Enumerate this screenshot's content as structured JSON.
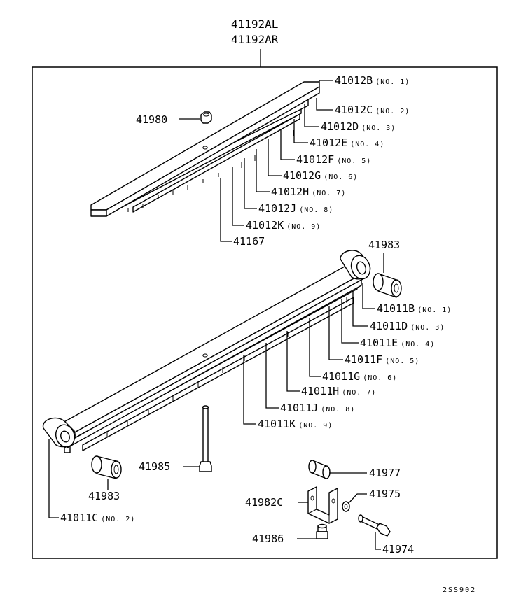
{
  "assembly": {
    "left": "41192AL",
    "right": "41192AR"
  },
  "figure_code": "2SS902",
  "callouts": {
    "c41012B": {
      "part": "41012B",
      "no": "(NO. 1)"
    },
    "c41012C": {
      "part": "41012C",
      "no": "(NO. 2)"
    },
    "c41012D": {
      "part": "41012D",
      "no": "(NO. 3)"
    },
    "c41012E": {
      "part": "41012E",
      "no": "(NO. 4)"
    },
    "c41012F": {
      "part": "41012F",
      "no": "(NO. 5)"
    },
    "c41012G": {
      "part": "41012G",
      "no": "(NO. 6)"
    },
    "c41012H": {
      "part": "41012H",
      "no": "(NO. 7)"
    },
    "c41012J": {
      "part": "41012J",
      "no": "(NO. 8)"
    },
    "c41012K": {
      "part": "41012K",
      "no": "(NO. 9)"
    },
    "c41167": {
      "part": "41167"
    },
    "c41980": {
      "part": "41980"
    },
    "c41983_top": {
      "part": "41983"
    },
    "c41011B": {
      "part": "41011B",
      "no": "(NO. 1)"
    },
    "c41011D": {
      "part": "41011D",
      "no": "(NO. 3)"
    },
    "c41011E": {
      "part": "41011E",
      "no": "(NO. 4)"
    },
    "c41011F": {
      "part": "41011F",
      "no": "(NO. 5)"
    },
    "c41011G": {
      "part": "41011G",
      "no": "(NO. 6)"
    },
    "c41011H": {
      "part": "41011H",
      "no": "(NO. 7)"
    },
    "c41011J": {
      "part": "41011J",
      "no": "(NO. 8)"
    },
    "c41011K": {
      "part": "41011K",
      "no": "(NO. 9)"
    },
    "c41011C": {
      "part": "41011C",
      "no": "(NO. 2)"
    },
    "c41985": {
      "part": "41985"
    },
    "c41983_bottom": {
      "part": "41983"
    },
    "c41977": {
      "part": "41977"
    },
    "c41975": {
      "part": "41975"
    },
    "c41982C": {
      "part": "41982C"
    },
    "c41986": {
      "part": "41986"
    },
    "c41974": {
      "part": "41974"
    }
  }
}
